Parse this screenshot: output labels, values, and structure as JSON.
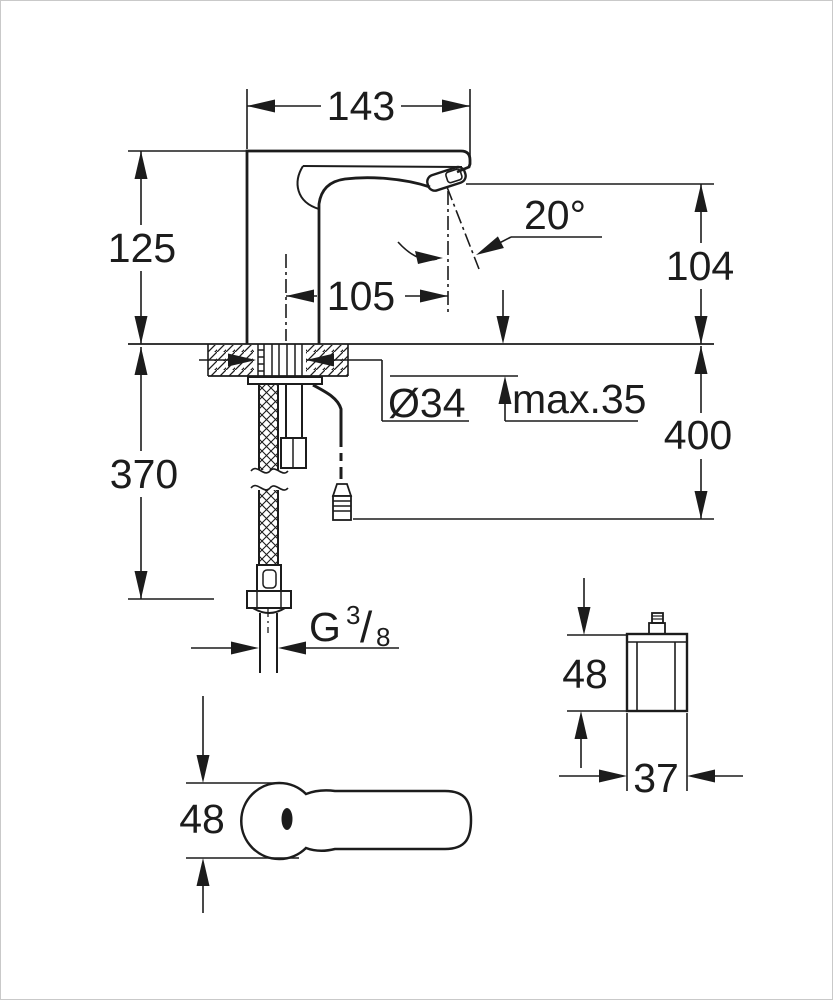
{
  "drawing_meta": {
    "kind": "technical dimension drawing",
    "subject": "electronic sensor basin faucet, side section with mounting shank, supply hose, plug cable, control box side view and base plan view",
    "background": "#ffffff",
    "ink": "#1c1c1c"
  },
  "labels": {
    "spout_width": "143",
    "body_height": "125",
    "outlet_offset": "105",
    "spray_angle": "20°",
    "outlet_height": "104",
    "shank_diameter": "Ø34",
    "deck_max": "max.35",
    "connector_drop": "400",
    "hose_drop": "370",
    "thread_G": "G",
    "thread_sup": "3",
    "thread_slash": "/",
    "thread_sub": "8",
    "box_height": "48",
    "box_width": "37",
    "base_width": "48"
  }
}
